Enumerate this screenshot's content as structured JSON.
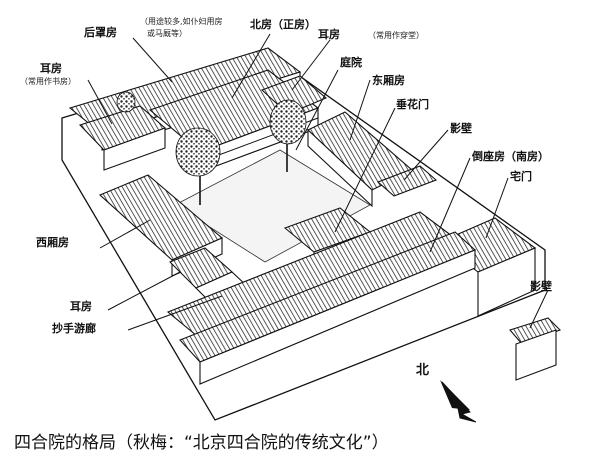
{
  "labels": {
    "hou_zhao_fang": "后罩房",
    "hou_zhao_fang_note_1": "（用途较多,如仆妇用房",
    "hou_zhao_fang_note_2": "或马厩等）",
    "bei_fang": "北房（正房）",
    "er_fang_top": "耳房",
    "er_fang_top_note": "（常用作穿堂）",
    "er_fang_left": "耳房",
    "er_fang_left_note": "（常用作书房）",
    "ting_yuan": "庭院",
    "dong_xiang_fang": "东厢房",
    "chui_hua_men": "垂花门",
    "ying_bi_inner": "影壁",
    "dao_zuo_fang": "倒座房（南房）",
    "zhai_men": "宅门",
    "xi_xiang_fang": "西厢房",
    "er_fang_bottom": "耳房",
    "chao_shou_you_lang": "抄手游廊",
    "ying_bi_outer": "影壁"
  },
  "compass": {
    "label": "北"
  },
  "caption": "四合院的格局（秋梅：“北京四合院的传统文化”）"
}
